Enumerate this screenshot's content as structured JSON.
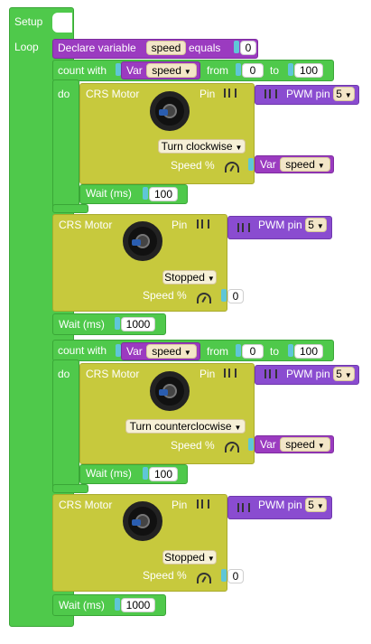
{
  "setup": {
    "label": "Setup"
  },
  "loop": {
    "label": "Loop"
  },
  "declare": {
    "label": "Declare variable",
    "var": "speed",
    "equals": "equals",
    "value": "0"
  },
  "loop1": {
    "count_label": "count with",
    "var_label": "Var",
    "var_name": "speed",
    "from_label": "from",
    "from_value": "0",
    "to_label": "to",
    "to_value": "100",
    "do_label": "do",
    "motor": {
      "title": "CRS Motor",
      "pin_label": "Pin",
      "pwm_label": "PWM pin",
      "pwm_value": "5",
      "direction": "Turn clockwise",
      "speed_label": "Speed %",
      "speed_var_label": "Var",
      "speed_var": "speed"
    },
    "wait": {
      "label": "Wait (ms)",
      "value": "100"
    }
  },
  "motor_stop1": {
    "title": "CRS Motor",
    "pin_label": "Pin",
    "pwm_label": "PWM pin",
    "pwm_value": "5",
    "direction": "Stopped",
    "speed_label": "Speed %",
    "speed_value": "0"
  },
  "wait1": {
    "label": "Wait (ms)",
    "value": "1000"
  },
  "loop2": {
    "count_label": "count with",
    "var_label": "Var",
    "var_name": "speed",
    "from_label": "from",
    "from_value": "0",
    "to_label": "to",
    "to_value": "100",
    "do_label": "do",
    "motor": {
      "title": "CRS Motor",
      "pin_label": "Pin",
      "pwm_label": "PWM pin",
      "pwm_value": "5",
      "direction": "Turn counterclocwise",
      "speed_label": "Speed %",
      "speed_var_label": "Var",
      "speed_var": "speed"
    },
    "wait": {
      "label": "Wait (ms)",
      "value": "100"
    }
  },
  "motor_stop2": {
    "title": "CRS Motor",
    "pin_label": "Pin",
    "pwm_label": "PWM pin",
    "pwm_value": "5",
    "direction": "Stopped",
    "speed_label": "Speed %",
    "speed_value": "0"
  },
  "wait2": {
    "label": "Wait (ms)",
    "value": "1000"
  },
  "colors": {
    "green": "#4fc94b",
    "purple": "#9b3bc0",
    "yellow": "#c7c93d",
    "violet": "#8a4cd0",
    "connector": "#5fc6d8"
  }
}
